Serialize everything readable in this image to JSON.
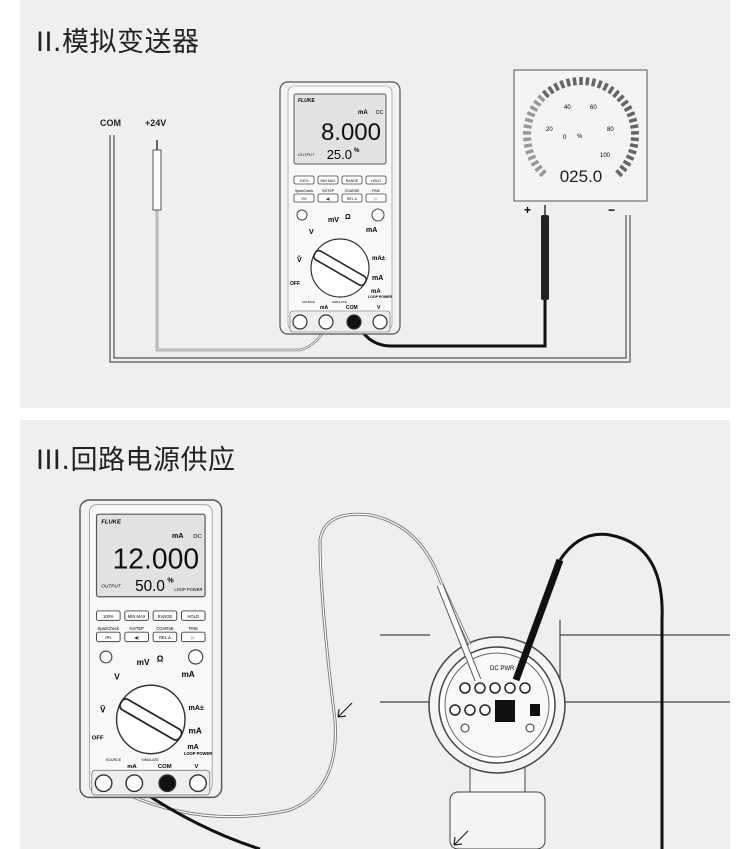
{
  "sections": [
    {
      "title": "II.模拟变送器"
    },
    {
      "title": "III.回路电源供应"
    }
  ],
  "labels": {
    "com": "COM",
    "v24": "+24V",
    "plus": "+",
    "minus": "−",
    "dc_pwr": "DC PWR"
  },
  "gauge": {
    "ticks": [
      "0",
      "20",
      "40",
      "60",
      "80",
      "100"
    ],
    "unit": "%",
    "reading": "025.0"
  },
  "meters": [
    {
      "brand": "FLUKE",
      "unit": "mA",
      "mode": "DC",
      "reading": "8.000",
      "output_label": "OUTPUT",
      "percent": "25.0",
      "percent_unit": "%",
      "loop": ""
    },
    {
      "brand": "FLUKE",
      "unit": "mA",
      "mode": "DC",
      "reading": "12.000",
      "output_label": "OUTPUT",
      "percent": "50.0",
      "percent_unit": "%",
      "loop": "LOOP POWER"
    }
  ],
  "meter_common": {
    "row1": [
      "100%",
      "MIN MAX",
      "RANGE",
      "HOLD"
    ],
    "row2_labels": [
      "SpanCheck",
      "%STEP",
      "COARSE",
      "FINE"
    ],
    "row2": [
      "0%",
      "◀)",
      "REL Δ",
      "▷"
    ],
    "dial": {
      "mv": "mV",
      "ohm": "Ω",
      "v_dc": "V",
      "v_ac": "Ṽ",
      "off": "OFF",
      "ma": "mA",
      "ma_a": "mA",
      "ma_pm": "mA±",
      "ma_src": "mA",
      "loop": "LOOP POWER"
    },
    "jacks": {
      "com": "COM",
      "ma": "mA",
      "v": "V"
    },
    "source": "SOURCE",
    "simulate": "SIMULATE"
  }
}
